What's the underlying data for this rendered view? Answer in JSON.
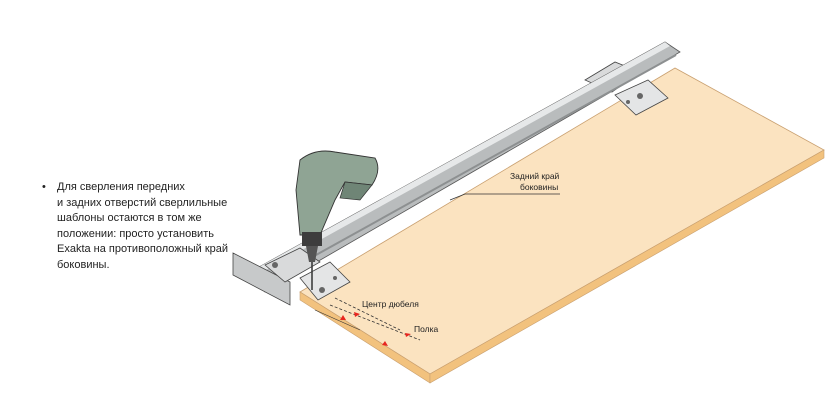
{
  "instruction": {
    "bullet": "•",
    "lines": [
      "Для сверления передних",
      "и задних отверстий сверлильные",
      "шаблоны остаются в том же",
      "положении: просто установить",
      "Exakta на противоположный край",
      "боковины."
    ]
  },
  "callouts": {
    "back_edge_line1": "Задний край",
    "back_edge_line2": "боковины",
    "dowel_center": "Центр дюбеля",
    "shelf": "Полка"
  },
  "colors": {
    "board_top": "#fbe3c0",
    "board_edge": "#f2c27e",
    "rail": "#b9bcbd",
    "drill_body": "#8fa494",
    "marker": "#e8251f"
  }
}
